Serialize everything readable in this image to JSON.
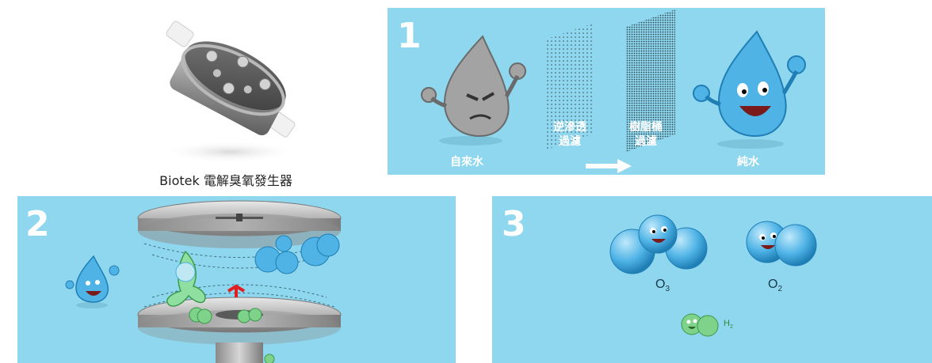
{
  "device": {
    "caption": "Biotek 電解臭氧發生器"
  },
  "panel1": {
    "number": "1",
    "tap_water": "自來水",
    "ro_filter_line1": "逆滲透",
    "ro_filter_line2": "過濾",
    "resin_filter_line1": "樹脂桶",
    "resin_filter_line2": "過濾",
    "pure_water": "純水"
  },
  "panel2": {
    "number": "2"
  },
  "panel3": {
    "number": "3",
    "o3_symbol": "O",
    "o3_sub": "3",
    "o2_symbol": "O",
    "o2_sub": "2",
    "h2_symbol": "H",
    "h2_sub": "2"
  },
  "colors": {
    "panel_bg": "#8fd7ee",
    "droplet_blue": "#4fb3e6",
    "droplet_gray": "#9a9a9a",
    "hydrogen_green": "#7ed28a",
    "arrow_red": "#e02020"
  }
}
